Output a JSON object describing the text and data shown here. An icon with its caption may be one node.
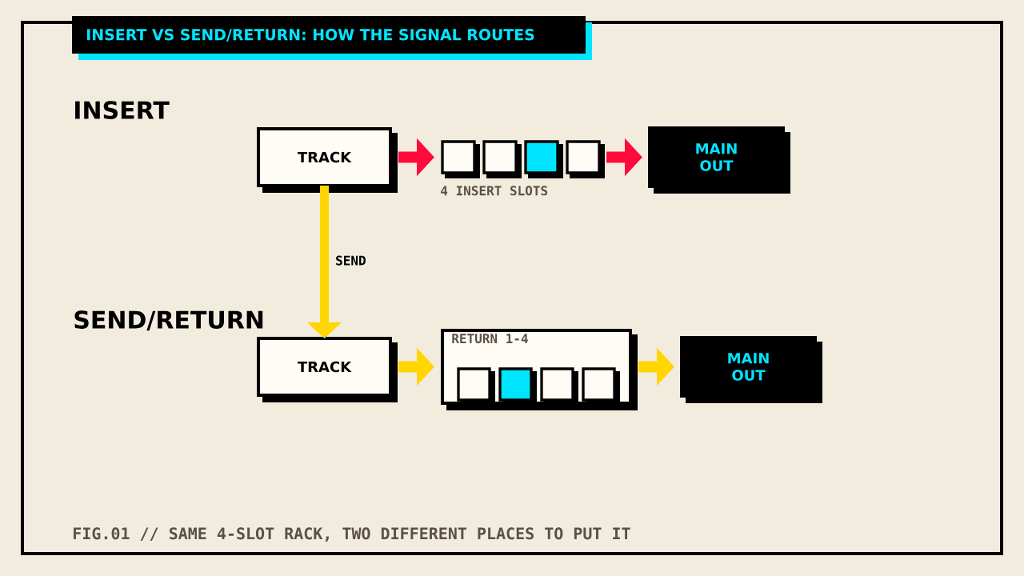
{
  "diagram": {
    "title": "INSERT VS SEND/RETURN: HOW THE SIGNAL ROUTES",
    "caption": "FIG.01 // SAME 4-SLOT RACK, TWO DIFFERENT PLACES TO PUT IT",
    "nodes": [
      {
        "text": [
          "TRACK"
        ]
      },
      {
        "text": [],
        "shape": "box"
      },
      {
        "text": [],
        "shape": "box"
      },
      {
        "text": [],
        "shape": "box"
      },
      {
        "text": [],
        "shape": "box"
      },
      {
        "text": [
          "MAIN OUT"
        ]
      },
      {
        "text": [
          "TRACK"
        ]
      },
      {
        "text": [
          "RETURN 1-4"
        ]
      },
      {
        "text": [],
        "shape": "box",
        "in": 7
      },
      {
        "text": [],
        "shape": "box",
        "in": 7
      },
      {
        "text": [],
        "shape": "box",
        "in": 7
      },
      {
        "text": [],
        "shape": "box",
        "in": 7
      },
      {
        "text": [
          "MAIN OUT"
        ]
      }
    ],
    "edges": [
      {
        "from": 0,
        "to": 1,
        "arrow": "to",
        "color": "#ff0a3c"
      },
      {
        "from": 4,
        "to": 5,
        "arrow": "to",
        "color": "#ff0a3c"
      },
      {
        "from": 0,
        "to": 6,
        "arrow": "to",
        "label": "SEND"
      },
      {
        "from": 6,
        "to": 7,
        "arrow": "to"
      },
      {
        "from": 7,
        "to": 12,
        "arrow": "to"
      }
    ],
    "labels": [
      "INSERT",
      "4 INSERT SLOTS",
      "SEND/RETURN"
    ]
  }
}
